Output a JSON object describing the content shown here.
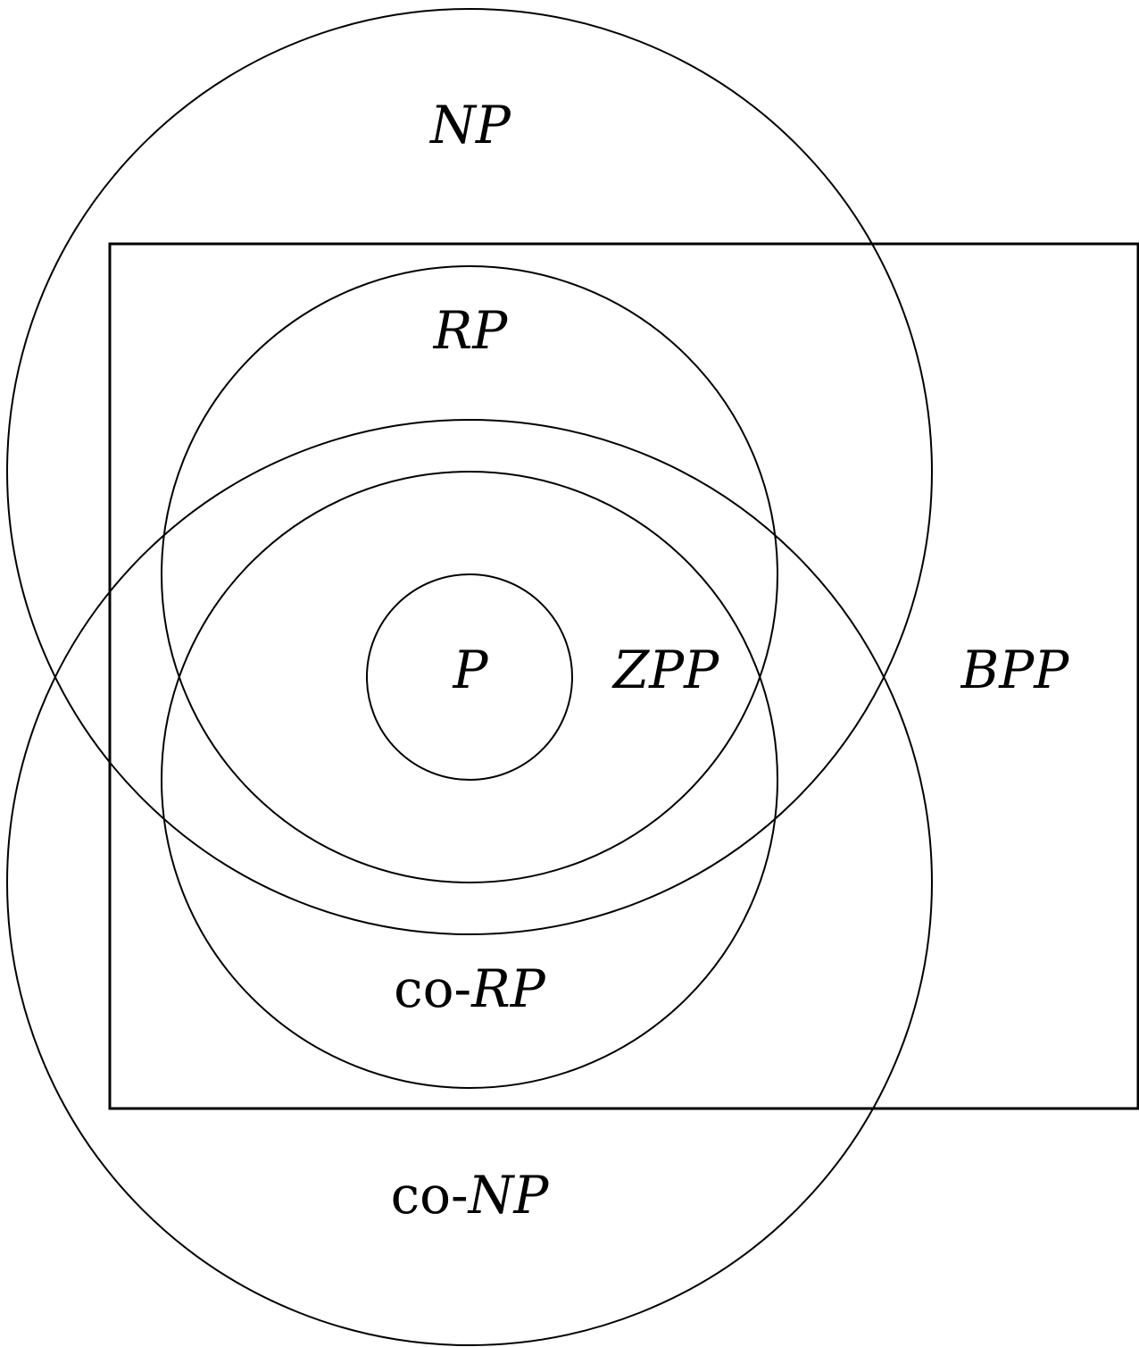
{
  "diagram": {
    "labels": {
      "np": {
        "italic": "NP"
      },
      "rp": {
        "italic": "RP"
      },
      "p": {
        "italic": "P"
      },
      "zpp": {
        "italic": "ZPP"
      },
      "bpp": {
        "italic": "BPP"
      },
      "co_rp": {
        "prefix": "co-",
        "italic": "RP"
      },
      "co_np": {
        "prefix": "co-",
        "italic": "NP"
      }
    },
    "colors": {
      "stroke": "#000000",
      "background": "#ffffff"
    }
  }
}
